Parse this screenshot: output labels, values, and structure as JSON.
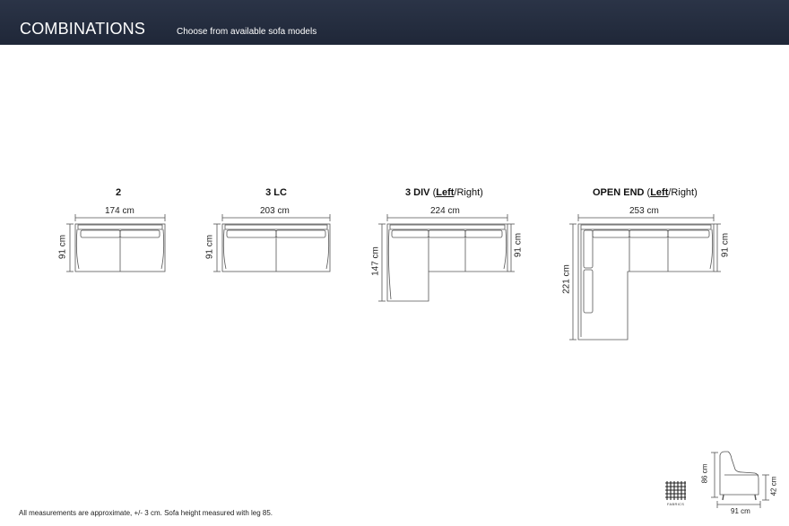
{
  "header": {
    "title": "COMBINATIONS",
    "subtitle": "Choose from available sofa models"
  },
  "models": [
    {
      "name": "2",
      "width": "174 cm",
      "depth": "91 cm"
    },
    {
      "name": "3 LC",
      "width": "203 cm",
      "depth": "91 cm"
    },
    {
      "name": "3 DIV",
      "paren_open": "(",
      "option_left": "Left",
      "option_right": "/Right)",
      "width": "224 cm",
      "depth": "91 cm",
      "chaise_depth": "147 cm"
    },
    {
      "name": "OPEN END",
      "paren_open": "(",
      "option_left": "Left",
      "option_right": "/Right)",
      "width": "253 cm",
      "depth": "91 cm",
      "chaise_depth": "221 cm"
    }
  ],
  "side_profile": {
    "height": "86 cm",
    "seat_height": "42 cm",
    "depth": "91 cm",
    "fabric_icon": "fabric-grid-icon",
    "fabric_label": "FABRICS"
  },
  "footer": {
    "note": "All measurements are approximate, +/- 3 cm. Sofa height measured with leg 85."
  },
  "colors": {
    "header_bg": "#232c3e",
    "line": "#555555"
  }
}
